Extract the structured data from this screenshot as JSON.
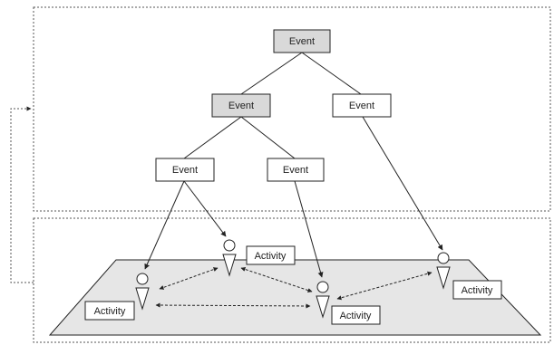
{
  "colors": {
    "line": "#222222",
    "dotted_border": "#555555",
    "event_shaded_fill": "#d9d9d9",
    "event_plain_fill": "#ffffff",
    "plane_fill": "#e6e6e6"
  },
  "events": {
    "top": "Event",
    "mid_left": "Event",
    "mid_right": "Event",
    "low_left": "Event",
    "low_right": "Event"
  },
  "activities": {
    "a1": "Activity",
    "a2": "Activity",
    "a3": "Activity",
    "a4": "Activity"
  },
  "icons": {
    "actor": "person-triangle-icon"
  }
}
